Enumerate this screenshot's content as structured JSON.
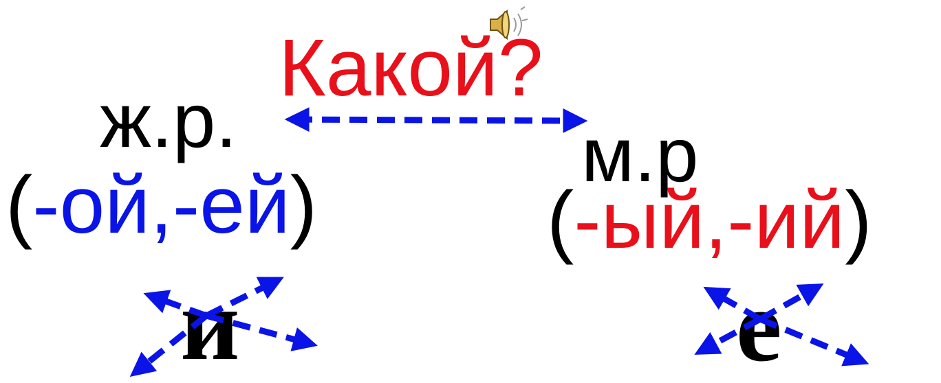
{
  "question": {
    "text": "Какой?",
    "color": "#e8101a"
  },
  "feminine": {
    "label": "ж.р.",
    "open_paren": "(",
    "endings": "-ой,-ей",
    "close_paren": ")",
    "endings_color": "#0a14e6",
    "stressed_vowel": "и"
  },
  "masculine": {
    "label": "м.р",
    "open_paren": "(",
    "endings": "-ый,-ий",
    "close_paren": ")",
    "endings_color": "#e8101a",
    "stressed_vowel": "е"
  },
  "arrow_color": "#0a14e6",
  "speaker_icon": "sound-speaker-icon"
}
